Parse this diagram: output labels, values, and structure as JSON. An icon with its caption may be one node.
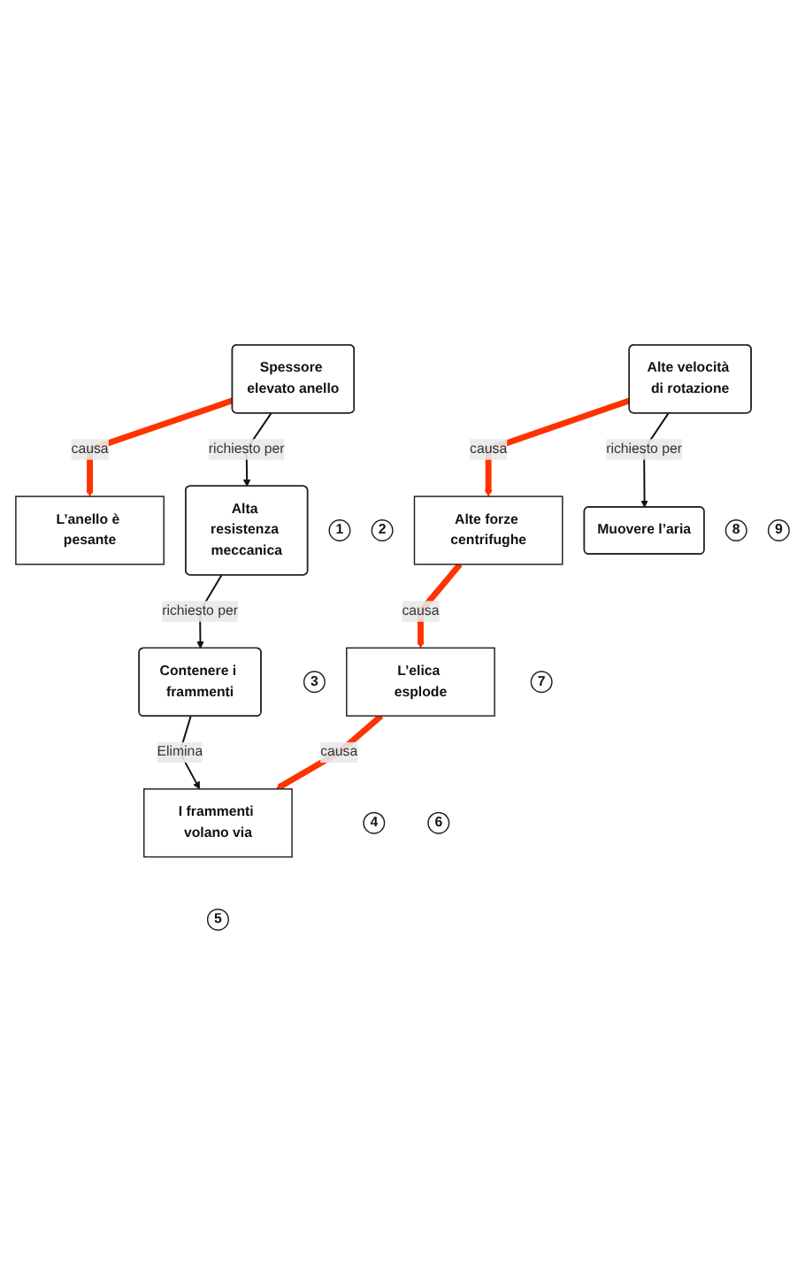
{
  "diagram": {
    "nodes": [
      {
        "text": [
          "L’anello è pesante"
        ]
      },
      {
        "text": [
          "Spessore elevato anello"
        ]
      },
      {
        "text": [
          "Alta resistenza meccanica"
        ]
      },
      {
        "text": [
          "Contenere i frammenti"
        ]
      },
      {
        "text": [
          "I frammenti volano via"
        ]
      },
      {
        "text": [
          "L’elica esplode"
        ]
      },
      {
        "text": [
          "Alte forze centrifughe"
        ]
      },
      {
        "text": [
          "Alte velocità di rotazione"
        ]
      },
      {
        "text": [
          "Muovere l’aria"
        ]
      },
      {
        "text": [
          "1"
        ]
      },
      {
        "text": [
          "2"
        ]
      },
      {
        "text": [
          "3"
        ]
      },
      {
        "text": [
          "4"
        ]
      },
      {
        "text": [
          "5"
        ]
      },
      {
        "text": [
          "6"
        ]
      },
      {
        "text": [
          "7"
        ]
      },
      {
        "text": [
          "8"
        ]
      },
      {
        "text": [
          "9"
        ]
      }
    ],
    "edges": [
      {
        "from": 1,
        "to": 0,
        "arrow": "to",
        "label": "causa",
        "style": "thick",
        "color": "#ff3300"
      },
      {
        "from": 1,
        "to": 2,
        "arrow": "to",
        "label": "richiesto per",
        "color": "#111111"
      },
      {
        "from": 2,
        "to": 3,
        "arrow": "to",
        "label": "richiesto per",
        "color": "#111111"
      },
      {
        "from": 3,
        "to": 4,
        "arrow": "to",
        "label": "Elimina",
        "color": "#111111"
      },
      {
        "from": 5,
        "to": 4,
        "arrow": "to",
        "label": "causa",
        "style": "thick",
        "color": "#ff3300"
      },
      {
        "from": 6,
        "to": 5,
        "arrow": "to",
        "label": "causa",
        "style": "thick",
        "color": "#ff3300"
      },
      {
        "from": 7,
        "to": 6,
        "arrow": "to",
        "label": "causa",
        "style": "thick",
        "color": "#ff3300"
      },
      {
        "from": 7,
        "to": 8,
        "arrow": "to",
        "label": "richiesto per",
        "color": "#111111"
      }
    ]
  }
}
